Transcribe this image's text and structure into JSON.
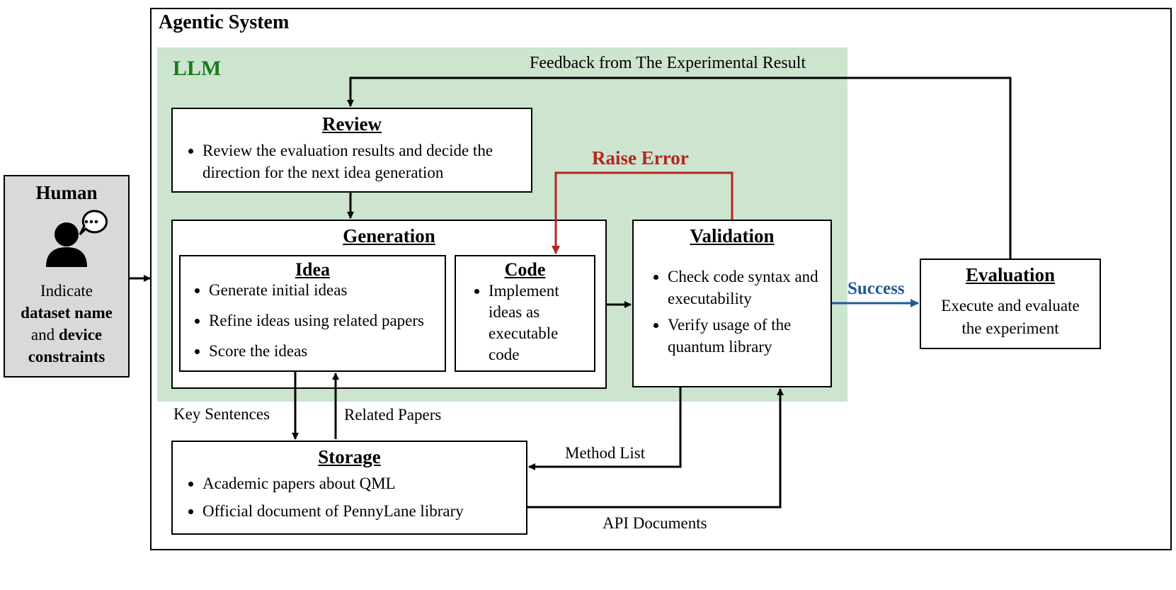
{
  "colors": {
    "llm_bg": "#cde4cf",
    "llm_text": "#1a7a1a",
    "error": "#b3261e",
    "success": "#1f5a96",
    "human_bg": "#d9d9d9"
  },
  "agentic_system": {
    "title": "Agentic System"
  },
  "llm": {
    "label": "LLM"
  },
  "human": {
    "title": "Human",
    "icon": "person-speech-icon",
    "line1": "Indicate",
    "line2": "dataset name",
    "line3": "and",
    "line3_bold": "device",
    "line4": "constraints"
  },
  "review": {
    "title": "Review",
    "items": [
      "Review the evaluation results and decide the direction for the next idea generation"
    ]
  },
  "generation": {
    "title": "Generation"
  },
  "idea": {
    "title": "Idea",
    "items": [
      "Generate initial ideas",
      "Refine ideas using related papers",
      "Score the ideas"
    ]
  },
  "code": {
    "title": "Code",
    "items": [
      "Implement ideas as executable code"
    ]
  },
  "validation": {
    "title": "Validation",
    "items": [
      "Check code syntax and executability",
      "Verify usage of the quantum library"
    ]
  },
  "evaluation": {
    "title": "Evaluation",
    "text": "Execute and evaluate the experiment"
  },
  "storage": {
    "title": "Storage",
    "items": [
      "Academic papers about QML",
      "Official document of PennyLane library"
    ]
  },
  "labels": {
    "feedback": "Feedback from The Experimental Result",
    "raise_error": "Raise Error",
    "success": "Success",
    "key_sentences": "Key Sentences",
    "related_papers": "Related Papers",
    "method_list": "Method List",
    "api_documents": "API Documents"
  }
}
